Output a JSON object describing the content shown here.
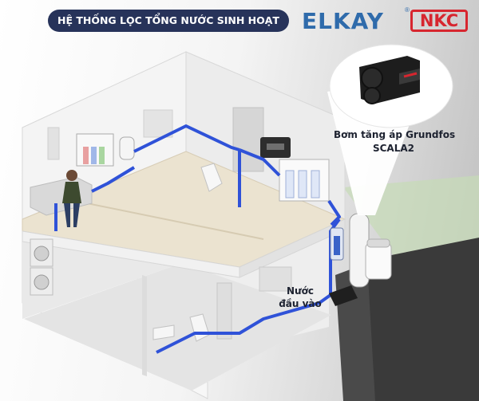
{
  "header": {
    "title": "HỆ THỐNG LỌC TỔNG NƯỚC SINH HOẠT",
    "logo_main": "ELKAY",
    "logo_brand": "NKC",
    "logo_reg": "®"
  },
  "labels": {
    "pump_line1": "Bơm tăng áp Grundfos",
    "pump_line2": "SCALA2",
    "inlet_line1": "Nước",
    "inlet_line2": "đầu vào"
  },
  "colors": {
    "title_bg": "#27335a",
    "logo_blue": "#2f6bab",
    "logo_red": "#d7262f",
    "pipe_blue": "#2f52d8",
    "floor": "#ebe3d0",
    "wall": "#f1f1f1",
    "terrain": "#3a3a3a",
    "grass": "#c6dcb7"
  }
}
